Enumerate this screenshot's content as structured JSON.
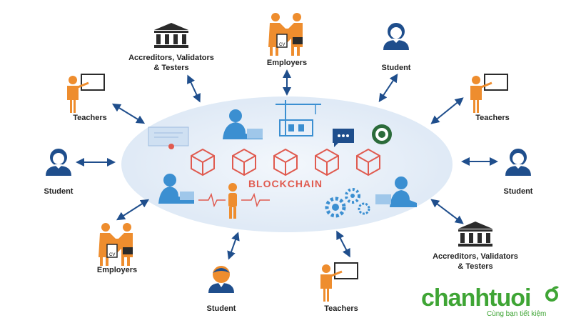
{
  "center": {
    "title": "BLOCKCHAIN",
    "cv_label": "CV"
  },
  "nodes": [
    {
      "id": "accreditors-top",
      "label_lines": [
        "Accreditors, Validators",
        "& Testers"
      ],
      "icon": "bank-icon"
    },
    {
      "id": "employers-top",
      "label_lines": [
        "Employers"
      ],
      "icon": "handshake-icon"
    },
    {
      "id": "student-top-right",
      "label_lines": [
        "Student"
      ],
      "icon": "female-student-icon"
    },
    {
      "id": "teachers-right",
      "label_lines": [
        "Teachers"
      ],
      "icon": "teacher-icon"
    },
    {
      "id": "student-right",
      "label_lines": [
        "Student"
      ],
      "icon": "female-student-icon"
    },
    {
      "id": "accreditors-bottom-right",
      "label_lines": [
        "Accreditors, Validators",
        "& Testers"
      ],
      "icon": "bank-icon"
    },
    {
      "id": "teachers-bottom",
      "label_lines": [
        "Teachers"
      ],
      "icon": "teacher-icon"
    },
    {
      "id": "student-bottom",
      "label_lines": [
        "Student"
      ],
      "icon": "male-student-icon"
    },
    {
      "id": "employers-bottom-left",
      "label_lines": [
        "Employers"
      ],
      "icon": "handshake-icon"
    },
    {
      "id": "student-left",
      "label_lines": [
        "Student"
      ],
      "icon": "female-student-icon"
    },
    {
      "id": "teachers-left",
      "label_lines": [
        "Teachers"
      ],
      "icon": "teacher-icon"
    }
  ],
  "brand": {
    "name": "chanhtuoi",
    "tagline": "Cùng bạn tiết kiệm"
  },
  "colors": {
    "ellipse": "#e6eff9",
    "blue_icon": "#3b8fd1",
    "dark_blue": "#1f4e8c",
    "orange": "#ee8d2e",
    "cube": "#e05a4f",
    "brand_green": "#3fa535"
  }
}
